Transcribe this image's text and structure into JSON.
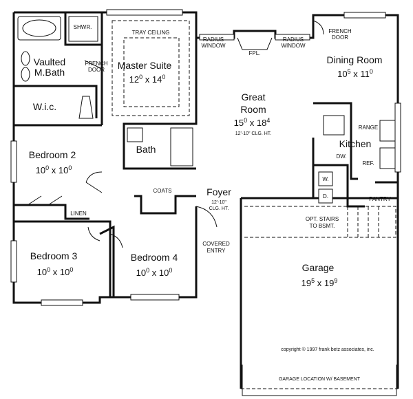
{
  "rooms": {
    "master_suite": {
      "name": "Master Suite",
      "w": "12",
      "ws": "0",
      "x": "x",
      "l": "14",
      "ls": "0"
    },
    "tray": "TRAY CEILING",
    "vaulted_bath": {
      "line1": "Vaulted",
      "line2": "M.Bath"
    },
    "shwr": "SHWR.",
    "wic": "W.i.c.",
    "french_door_master": {
      "line1": "FRENCH",
      "line2": "DOOR"
    },
    "radius_left": {
      "line1": "RADIUS",
      "line2": "WINDOW"
    },
    "radius_right": {
      "line1": "RADIUS",
      "line2": "WINDOW"
    },
    "fpl": "FPL.",
    "french_door_dining": {
      "line1": "FRENCH",
      "line2": "DOOR"
    },
    "dining": {
      "name": "Dining Room",
      "w": "10",
      "ws": "5",
      "x": "x",
      "l": "11",
      "ls": "0"
    },
    "great": {
      "line1": "Great",
      "line2": "Room",
      "w": "15",
      "ws": "0",
      "x": "x",
      "l": "18",
      "ls": "4",
      "clg": "12'-10\" CLG. HT."
    },
    "kitchen": "Kitchen",
    "range": "RANGE",
    "dw": "DW.",
    "ref": "REF.",
    "w": "W.",
    "d": "D.",
    "pantry": "PANTRY",
    "bath": "Bath",
    "bedroom2": {
      "name": "Bedroom 2",
      "w": "10",
      "ws": "0",
      "x": "x",
      "l": "10",
      "ls": "0"
    },
    "coats": "COATS",
    "foyer": {
      "name": "Foyer",
      "clg1": "12'-10\"",
      "clg2": "CLG. HT."
    },
    "linen": "LINEN",
    "opt_stairs": {
      "line1": "OPT. STAIRS",
      "line2": "TO BSMT."
    },
    "covered_entry": {
      "line1": "COVERED",
      "line2": "ENTRY"
    },
    "bedroom3": {
      "name": "Bedroom 3",
      "w": "10",
      "ws": "0",
      "x": "x",
      "l": "10",
      "ls": "0"
    },
    "bedroom4": {
      "name": "Bedroom 4",
      "w": "10",
      "ws": "0",
      "x": "x",
      "l": "10",
      "ls": "0"
    },
    "garage": {
      "name": "Garage",
      "w": "19",
      "ws": "5",
      "x": "x",
      "l": "19",
      "ls": "9"
    }
  },
  "copyright": "copyright © 1997 frank betz associates, inc.",
  "garage_location": "GARAGE LOCATION W/ BASEMENT"
}
